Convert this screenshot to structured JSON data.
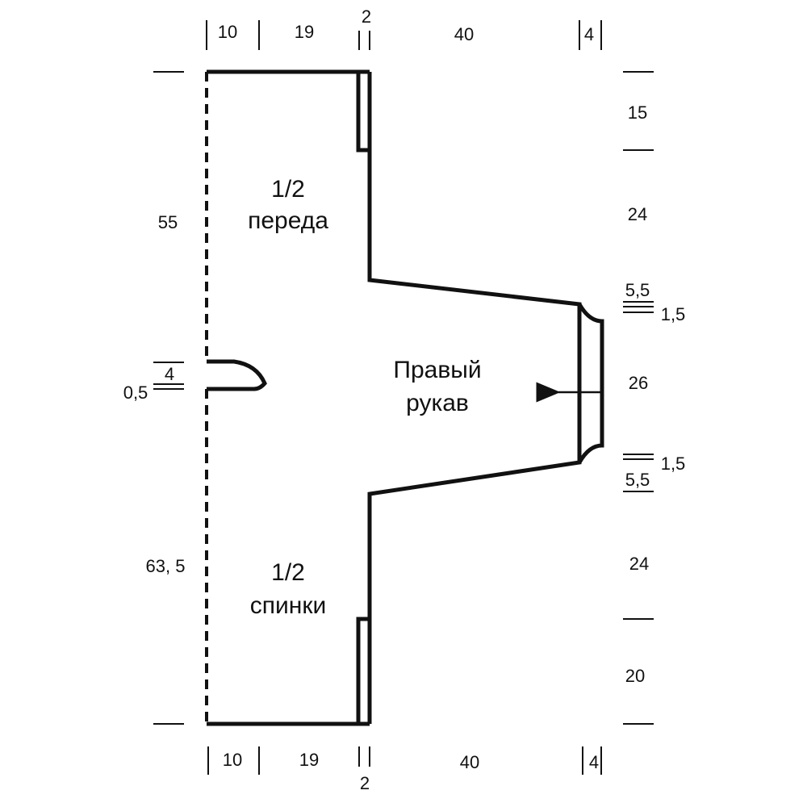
{
  "top_dims": {
    "a": "10",
    "b": "19",
    "c": "2",
    "d": "40",
    "e": "4"
  },
  "bottom_dims": {
    "a": "10",
    "b": "19",
    "c": "2",
    "d": "40",
    "e": "4"
  },
  "left_dims": {
    "front_height": "55",
    "back_height": "63, 5",
    "neck_width": "4",
    "neck_depth": "0,5"
  },
  "right_dims": {
    "r1": "15",
    "r2": "24",
    "r3": "5,5",
    "r4": "1,5",
    "r5": "26",
    "r6": "1,5",
    "r7": "5,5",
    "r8": "24",
    "r9": "20"
  },
  "labels": {
    "front_fraction": "1/2",
    "front_name": "переда",
    "back_fraction": "1/2",
    "back_name": "спинки",
    "sleeve_line1": "Правый",
    "sleeve_line2": "рукав"
  }
}
